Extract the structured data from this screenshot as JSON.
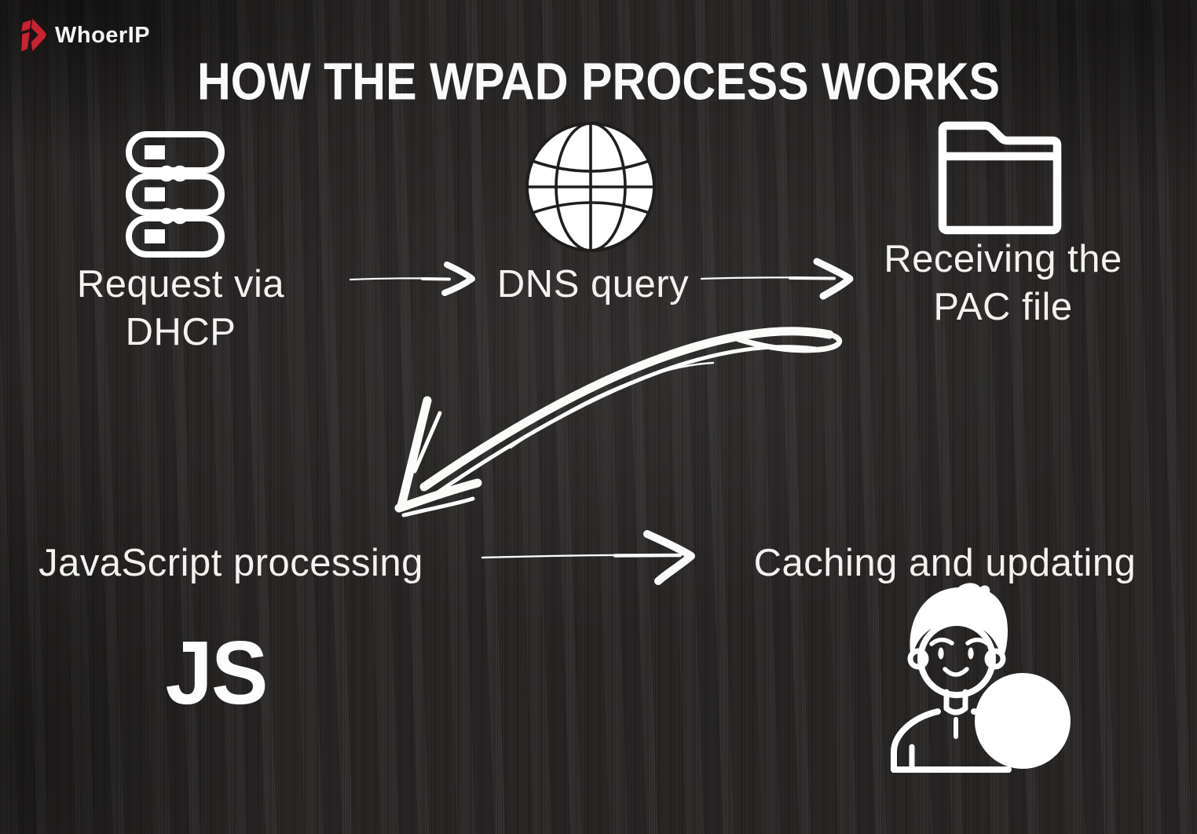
{
  "brand": {
    "name": "WhoerIP",
    "accent_color": "#cb2130"
  },
  "title": "HOW THE WPAD PROCESS WORKS",
  "diagram": {
    "type": "flow",
    "steps": {
      "dhcp": {
        "label": "Request via DHCP",
        "icon": "server-icon"
      },
      "dns": {
        "label": "DNS query",
        "icon": "globe-icon"
      },
      "pac": {
        "label": "Receiving the PAC file",
        "icon": "folder-icon"
      },
      "js": {
        "label": "JavaScript processing",
        "icon": "js-badge",
        "badge": "JS"
      },
      "cache": {
        "label": "Caching and updating",
        "icon": "person-icon"
      }
    },
    "connections": [
      {
        "from": "dhcp",
        "to": "dns",
        "style": "straight-arrow"
      },
      {
        "from": "dns",
        "to": "pac",
        "style": "straight-arrow"
      },
      {
        "from": "pac",
        "to": "js",
        "style": "curved-sketch-arrow"
      },
      {
        "from": "js",
        "to": "cache",
        "style": "straight-arrow"
      }
    ]
  },
  "colors": {
    "background": "#2c2a29",
    "text": "#f3f2f0",
    "icon": "#ffffff",
    "accent_red": "#cb2130",
    "globe_lines": "#201e1d"
  }
}
